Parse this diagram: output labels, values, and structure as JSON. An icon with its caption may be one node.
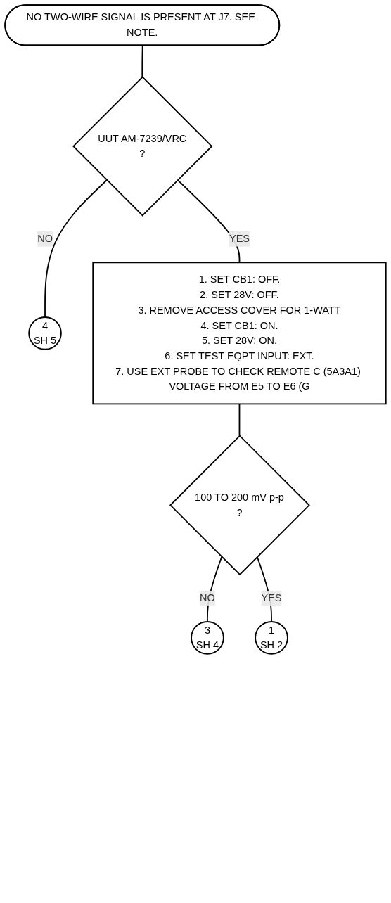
{
  "diagram": {
    "nodes": [
      {
        "text": [
          "NO TWO-WIRE SIGNAL IS PRESENT AT J7. SEE NOTE."
        ]
      },
      {
        "text": [
          "UUT AM-7239/VRC",
          "?"
        ]
      },
      {
        "text": [
          "4",
          "SH 5"
        ]
      },
      {
        "text": [
          "1. SET CB1: OFF.",
          "2. SET 28V: OFF.",
          "3. REMOVE ACCESS COVER FOR 1-WATT",
          "4. SET CB1: ON.",
          "5. SET 28V: ON.",
          "6. SET TEST EQPT INPUT: EXT.",
          "7. USE EXT PROBE TO CHECK REMOTE C (5A3A1) VOLTAGE FROM E5 TO E6 (G"
        ]
      },
      {
        "text": [
          "100 TO 200 mV p-p",
          "?"
        ]
      },
      {
        "text": [
          "3",
          "SH 4"
        ]
      },
      {
        "text": [
          "1",
          "SH 2"
        ]
      }
    ],
    "edges": [
      {
        "from": 0,
        "to": 1,
        "arrow": "none"
      },
      {
        "from": 1,
        "to": 2,
        "arrow": "none",
        "label": "NO"
      },
      {
        "from": 1,
        "to": 3,
        "arrow": "none",
        "label": "YES"
      },
      {
        "from": 3,
        "to": 4,
        "arrow": "none"
      },
      {
        "from": 4,
        "to": 5,
        "arrow": "none",
        "label": "NO"
      },
      {
        "from": 4,
        "to": 6,
        "arrow": "none",
        "label": "YES"
      }
    ]
  }
}
